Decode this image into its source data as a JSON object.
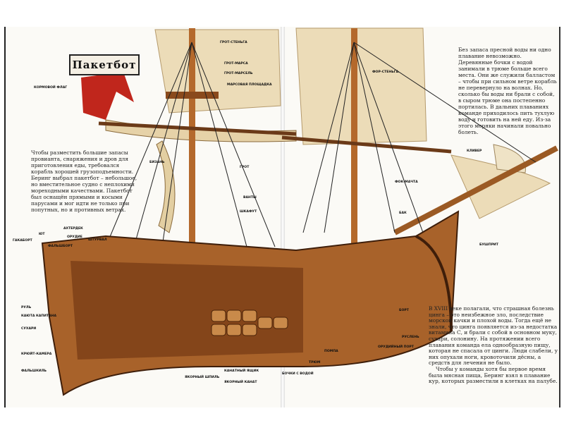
{
  "title": "Пакетбот",
  "paragraphs": {
    "intro": "Чтобы разместить большие запасы провианта, снаряжения и дров для приготовления еды, требовался корабль хорошей грузоподъемности. Беринг выбрал пакетбот – небольшое, но вместительное судно с неплохими мореходными качествами. Пакетбот был оснащён прямыми и косыми парусами и мог идти не только при попутных, но и противных ветрах.",
    "water": "Без запаса пресной воды ни одно плавание невозможно. Деревянные бочки с водой занимали в трюме больше всего места. Они же служили балластом – чтобы при сильном ветре корабль не перевернуло на волнах. Но, сколько бы воды ни брали с собой, в сыром трюме она постепенно портилась. В дальних плаваниях команде приходилось пить тухлую воду и готовить на ней еду. Из-за этого моряки начинали повально болеть.",
    "scurvy": "В XVIII веке полагали, что страшная болезнь цинга – это неизбежное зло, последствие морской качки и плохой воды. Тогда ещё не знали, что цинга появляется из-за недостатка витамина С, и брали с собой в основном муку, сухари, солонину. На протяжении всего плавания команда ела однообразную пищу, которая не спасала от цинги. Люди слабели, у них опухали ноги, кровоточили дёсны, а средств для лечения не было.",
    "food": "Чтобы у команды хотя бы первое время была мясная пища, Беринг взял в плавание кур, которых разместили в клетках на палубе."
  },
  "labels": {
    "flag": "Кормовой флаг",
    "grot_stenga": "Грот-стеньга",
    "grot_marsa": "Грот-марса",
    "marsovaya": "Марсовая площадка",
    "grot_marsel": "Грот-марсель",
    "grot": "Грот",
    "bizan": "Бизань",
    "fok_stenga": "Фор-стеньга",
    "fok_machta": "Фок-мачта",
    "kliver": "Кливер",
    "bushprit": "Бушприт",
    "yut": "Ют",
    "gakabort": "Гакаборт",
    "falshbort": "Фальшборт",
    "akhterdek": "Ахтердек",
    "orudie": "Орудие",
    "shturval": "Штурвал",
    "rul": "Руль",
    "kayuta": "Каюта капитана",
    "sukhari": "Сухари",
    "kryuyt": "Крюйт-камера",
    "falshkil": "Фальшкиль",
    "shpil": "Якорный шпиль",
    "bochki": "Бочки с водой",
    "kanat_yashik": "Канатный ящик",
    "kanat": "Якорный канат",
    "trum": "Трюм",
    "pompa": "Помпа",
    "port": "Орудийный порт",
    "bort": "Борт",
    "ruslen": "Руслень",
    "vanty": "Ванты",
    "shkafut": "Шкафут",
    "bak": "Бак"
  },
  "colors": {
    "sail": "#ecdcb8",
    "wood": "#a8622a",
    "dark_wood": "#5a2e12",
    "flag": "#c0261c"
  }
}
